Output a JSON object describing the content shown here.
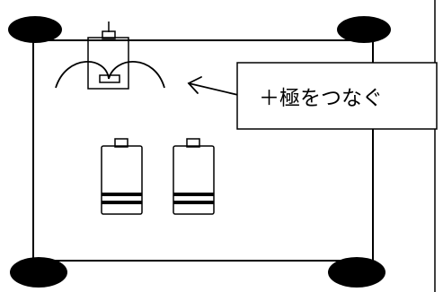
{
  "callout": {
    "text": "＋極をつなぐ"
  },
  "parts": {
    "wheels": 4,
    "batteries": 2
  },
  "colors": {
    "stroke": "#000000",
    "wheel_fill": "#000000",
    "background": "#ffffff"
  },
  "icons": {
    "wheel": "wheel-icon",
    "battery": "battery-icon",
    "switch": "switch-icon",
    "arrow": "arrow-icon"
  }
}
